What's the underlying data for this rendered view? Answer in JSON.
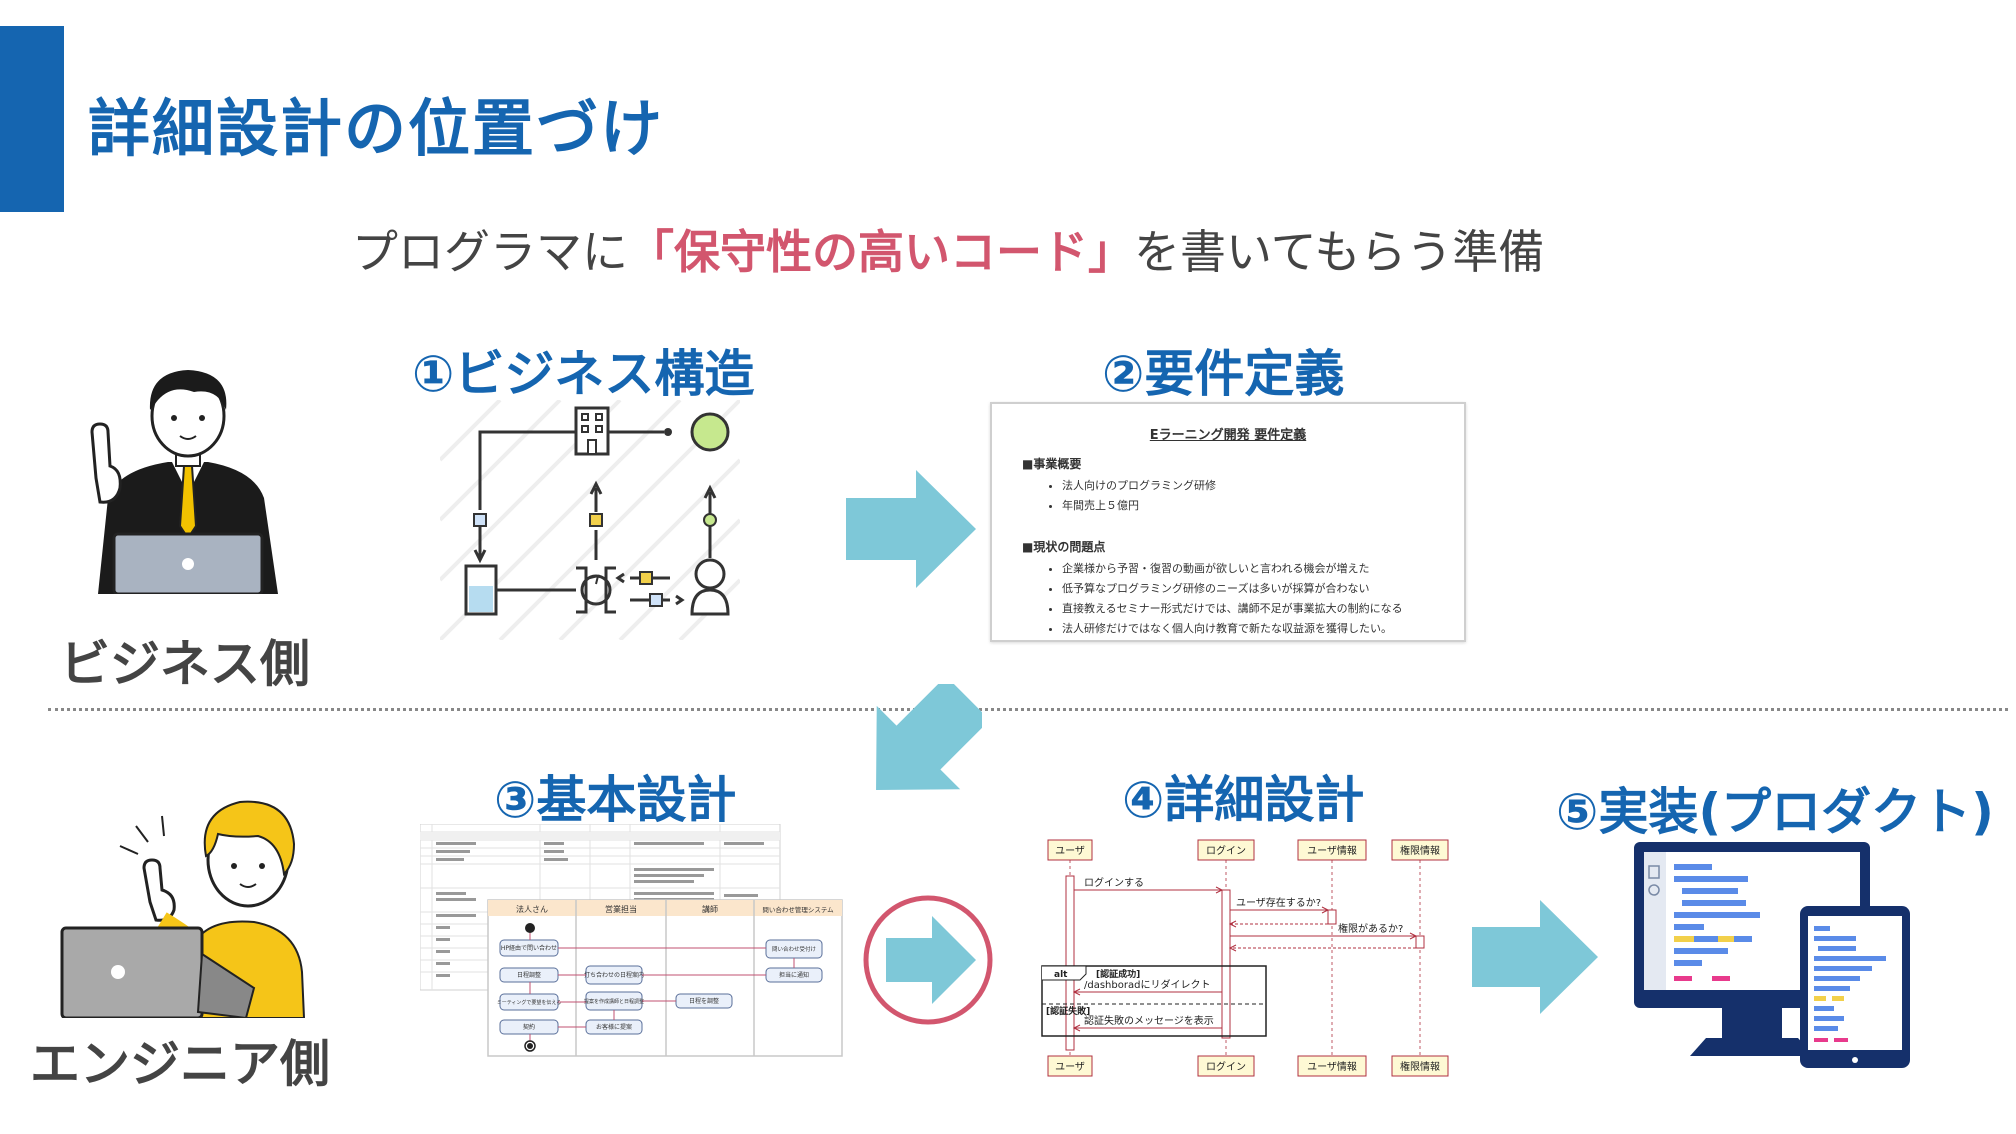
{
  "header": {
    "title": "詳細設計の位置づけ"
  },
  "subtitle": {
    "before": "プログラマに",
    "highlight": "「保守性の高いコード」",
    "after": "を書いてもらう準備"
  },
  "roles": {
    "business": "ビジネス側",
    "engineer": "エンジニア側"
  },
  "steps": [
    {
      "label": "①ビジネス構造"
    },
    {
      "label": "②要件定義"
    },
    {
      "label": "③基本設計"
    },
    {
      "label": "④詳細設計"
    },
    {
      "label": "⑤実装(プロダクト)"
    }
  ],
  "requirements_doc": {
    "title": "Eラーニング開発 要件定義",
    "section1": "■事業概要",
    "items1": [
      "法人向けのプログラミング研修",
      "年間売上５億円"
    ],
    "section2": "■現状の問題点",
    "items2": [
      "企業様から予習・復習の動画が欲しいと言われる機会が増えた",
      "低予算なプログラミング研修のニーズは多いが採算が合わない",
      "直接教えるセミナー形式だけでは、講師不足が事業拡大の制約になる",
      "法人研修だけではなく個人向け教育で新たな収益源を獲得したい。"
    ]
  },
  "basic_design": {
    "lanes": [
      "法人さん",
      "営業担当",
      "講師",
      "問い合わせ管理システム"
    ],
    "nodes": [
      "HP経由で問い合わせ",
      "日程調整",
      "打ち合わせの日程案内",
      "ミーティングで要望を伝える",
      "提案を作成講師と日程調整",
      "日程を調整",
      "契約",
      "お客様に提案",
      "問い合わせ受付け",
      "担当に通知"
    ]
  },
  "sequence": {
    "participants": [
      "ユーザ",
      "ログイン",
      "ユーザ情報",
      "権限情報"
    ],
    "messages": [
      "ログインする",
      "ユーザ存在するか?",
      "権限があるか?",
      "/dashboradにリダイレクト",
      "認証失敗のメッセージを表示"
    ],
    "alt_label": "alt",
    "guard_success": "[認証成功]",
    "guard_fail": "[認証失敗]"
  },
  "colors": {
    "primary": "#1565b0",
    "highlight": "#d2566e",
    "arrow": "#7ec8d8",
    "circle": "#d2566e",
    "tie": "#f2c200",
    "engineer_shirt": "#f5c518"
  }
}
